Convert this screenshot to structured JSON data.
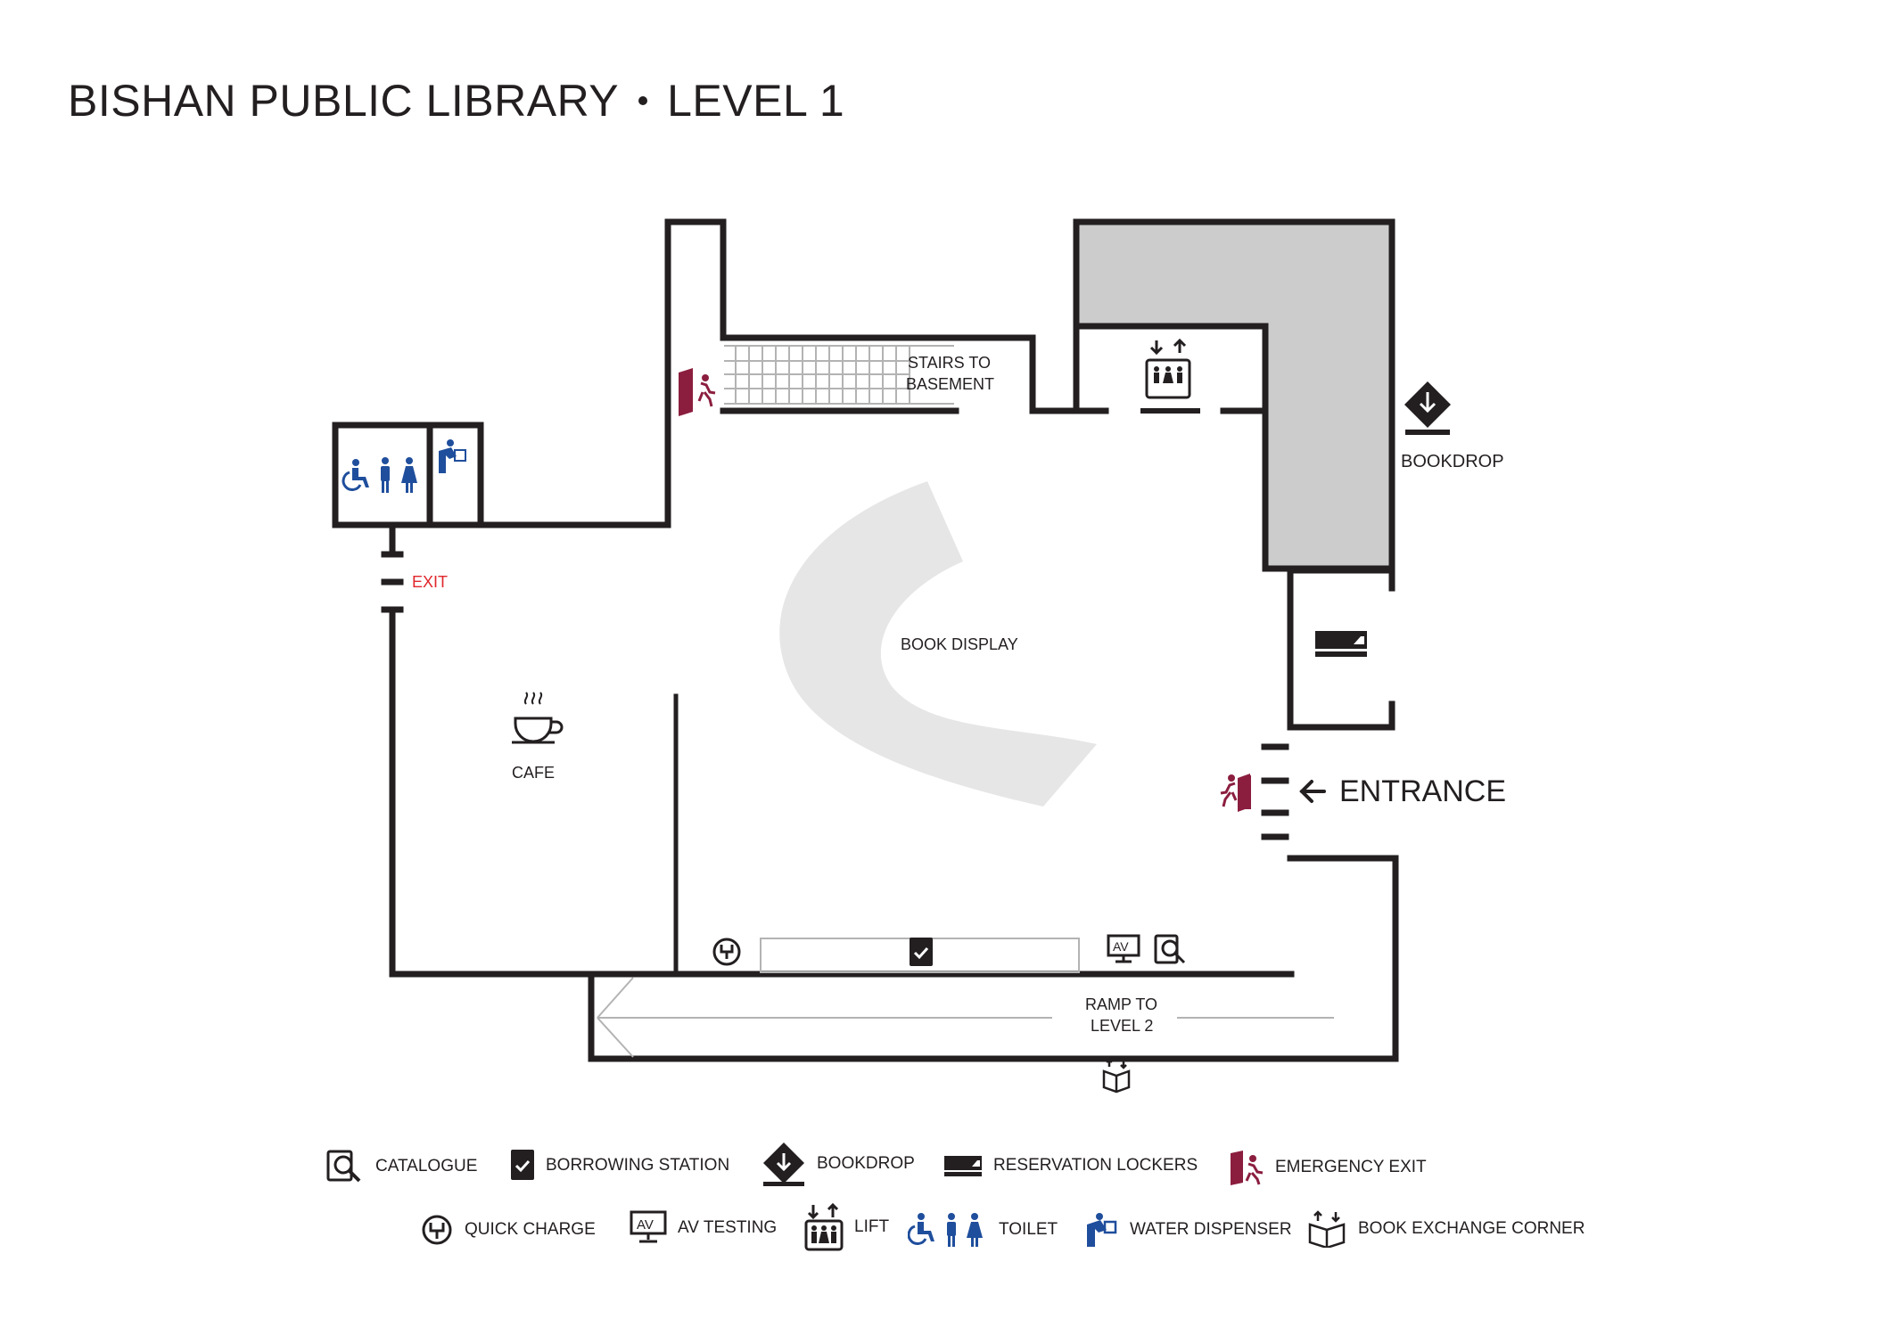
{
  "title": {
    "name": "BISHAN PUBLIC LIBRARY",
    "level": "LEVEL 1"
  },
  "map_labels": {
    "stairs": "STAIRS TO\nBASEMENT",
    "stairs_line1": "STAIRS TO",
    "stairs_line2": "BASEMENT",
    "bookdrop": "BOOKDROP",
    "book_display": "BOOK DISPLAY",
    "cafe": "CAFE",
    "exit": "EXIT",
    "entrance": "ENTRANCE",
    "ramp_line1": "RAMP TO",
    "ramp_line2": "LEVEL 2"
  },
  "legend": [
    {
      "icon": "catalogue-icon",
      "label": "CATALOGUE"
    },
    {
      "icon": "borrowing-station-icon",
      "label": "BORROWING STATION"
    },
    {
      "icon": "bookdrop-icon",
      "label": "BOOKDROP"
    },
    {
      "icon": "reservation-lockers-icon",
      "label": "RESERVATION LOCKERS"
    },
    {
      "icon": "emergency-exit-icon",
      "label": "EMERGENCY EXIT"
    },
    {
      "icon": "quick-charge-icon",
      "label": "QUICK CHARGE"
    },
    {
      "icon": "av-testing-icon",
      "label": "AV TESTING"
    },
    {
      "icon": "lift-icon",
      "label": "LIFT"
    },
    {
      "icon": "toilet-icon",
      "label": "TOILET"
    },
    {
      "icon": "water-dispenser-icon",
      "label": "WATER DISPENSER"
    },
    {
      "icon": "book-exchange-corner-icon",
      "label": "BOOK EXCHANGE CORNER"
    }
  ],
  "colors": {
    "wall": "#231f20",
    "core_fill": "#cccccc",
    "book_display": "#e6e6e6",
    "emergency_exit": "#8b1e3f",
    "toilet_blue": "#1f4e9c",
    "exit_red": "#e0262b"
  },
  "icon_text": {
    "av": "AV"
  }
}
